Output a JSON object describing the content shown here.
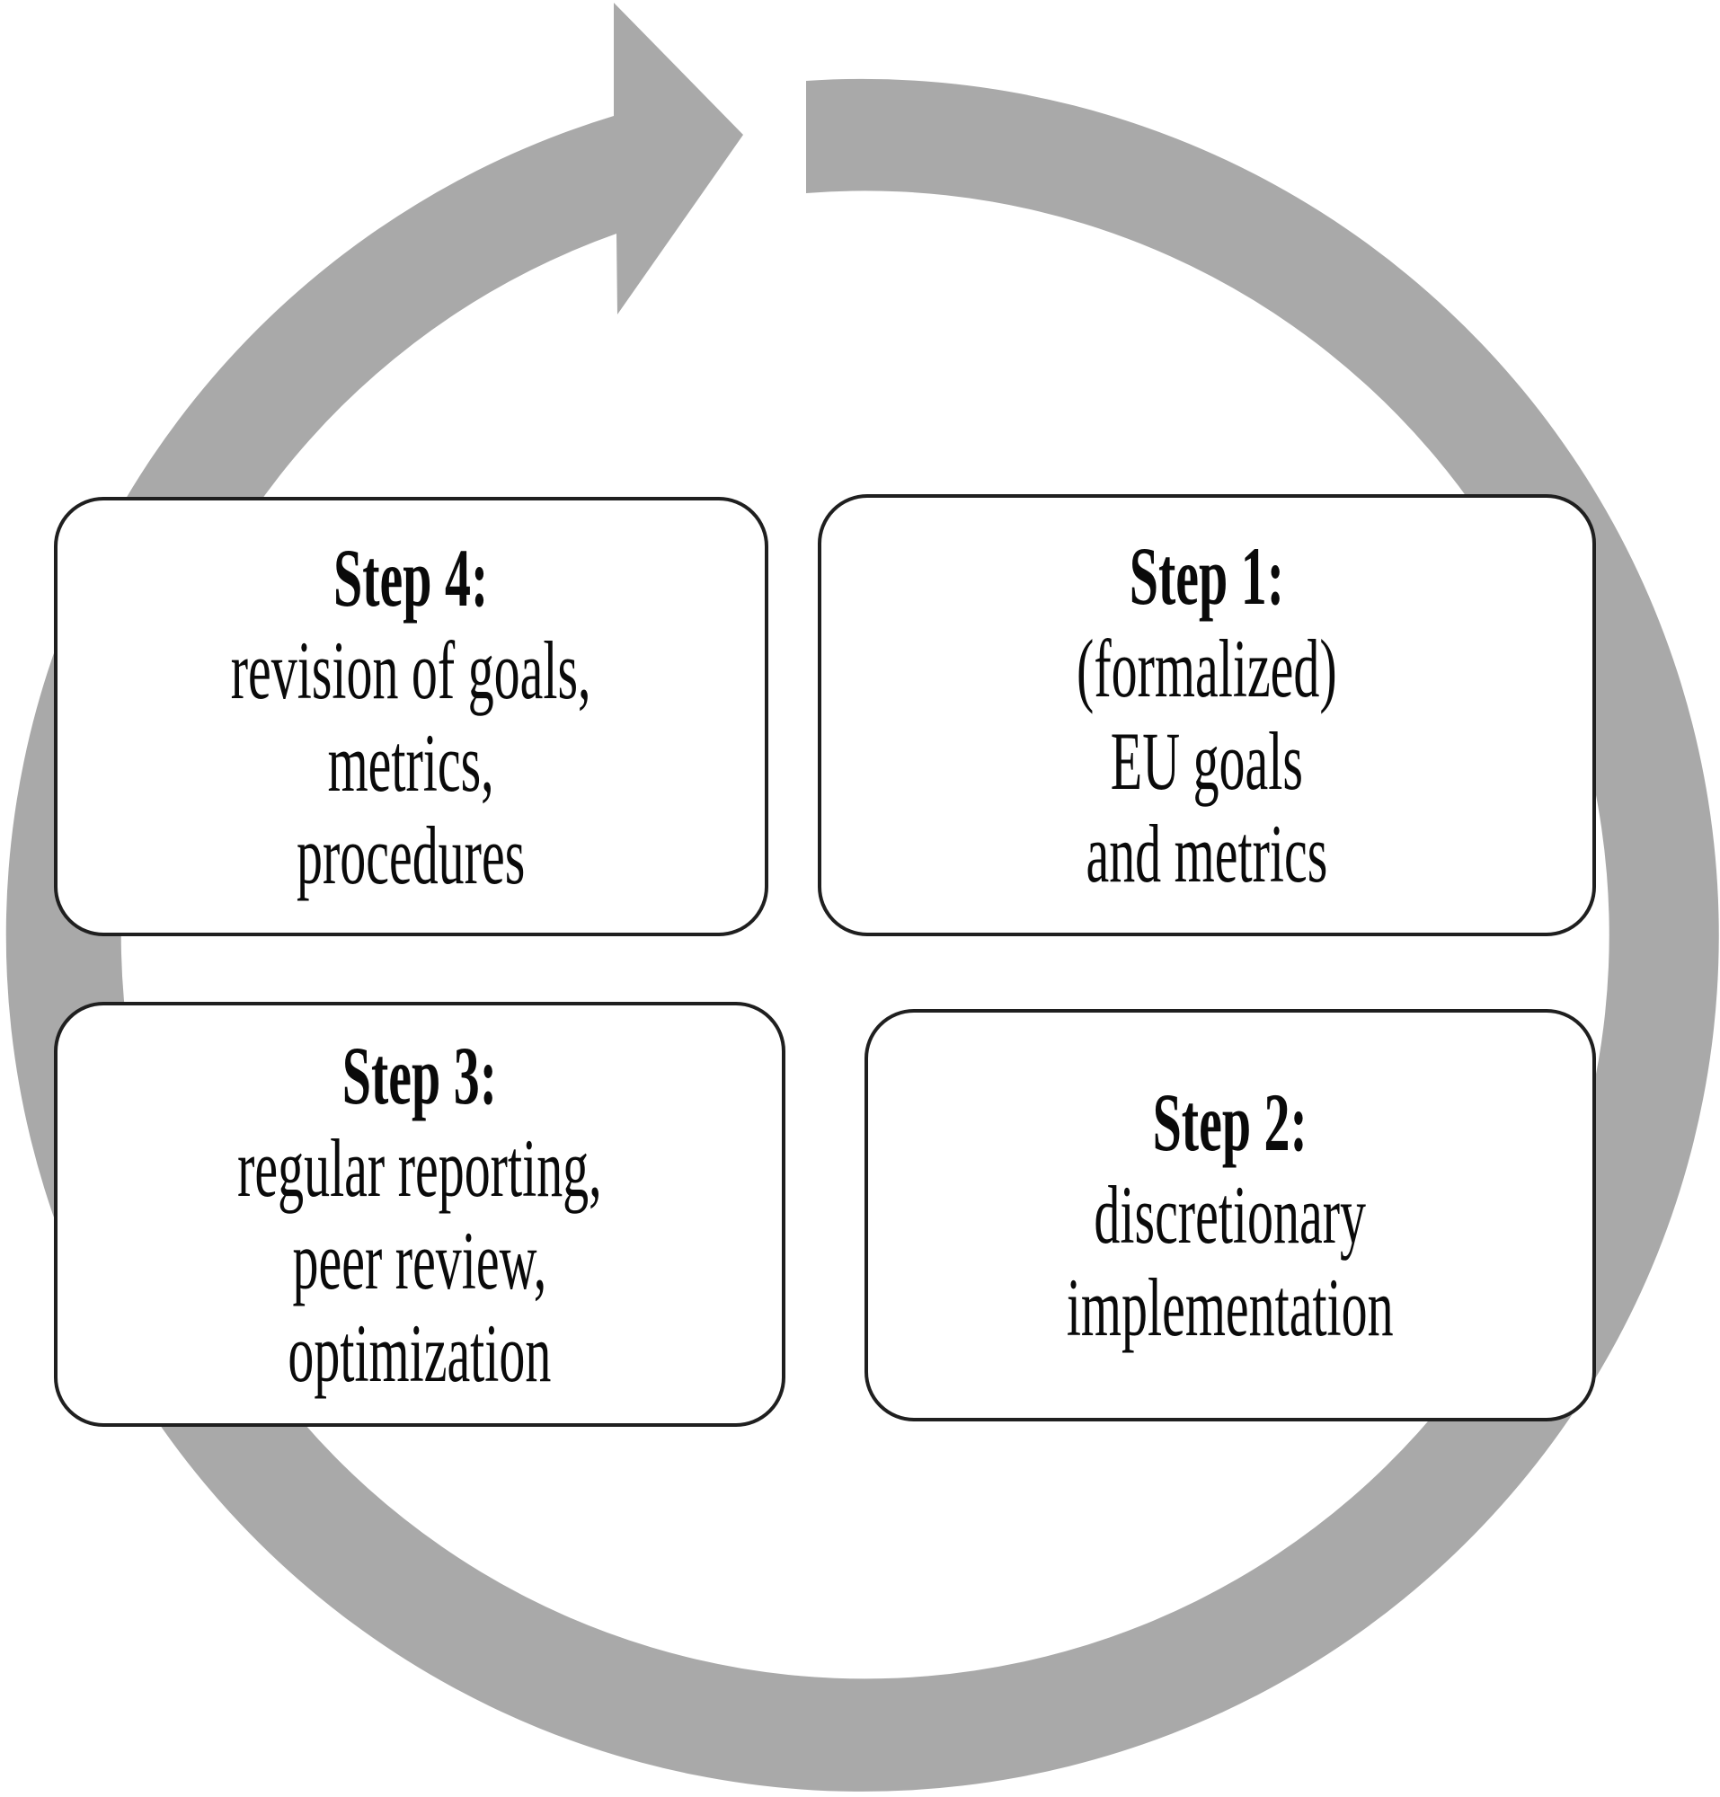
{
  "figure": {
    "type": "cycle-diagram",
    "background_color": "#ffffff",
    "arrow": {
      "color": "#a9a9a9",
      "direction": "clockwise",
      "arrowhead_position": "top"
    },
    "box_style": {
      "fill": "#ffffff",
      "border_color": "#1f1f1f",
      "text_color": "#0a0a0a"
    },
    "steps": [
      {
        "position": "top-right",
        "title": "Step 1:",
        "lines": [
          "(formalized)",
          "EU goals",
          "and metrics"
        ]
      },
      {
        "position": "bottom-right",
        "title": "Step 2:",
        "lines": [
          "discretionary",
          "implementation"
        ]
      },
      {
        "position": "bottom-left",
        "title": "Step 3:",
        "lines": [
          "regular reporting,",
          "peer review,",
          "optimization"
        ]
      },
      {
        "position": "top-left",
        "title": "Step 4:",
        "lines": [
          "revision of goals,",
          "metrics,",
          "procedures"
        ]
      }
    ]
  }
}
